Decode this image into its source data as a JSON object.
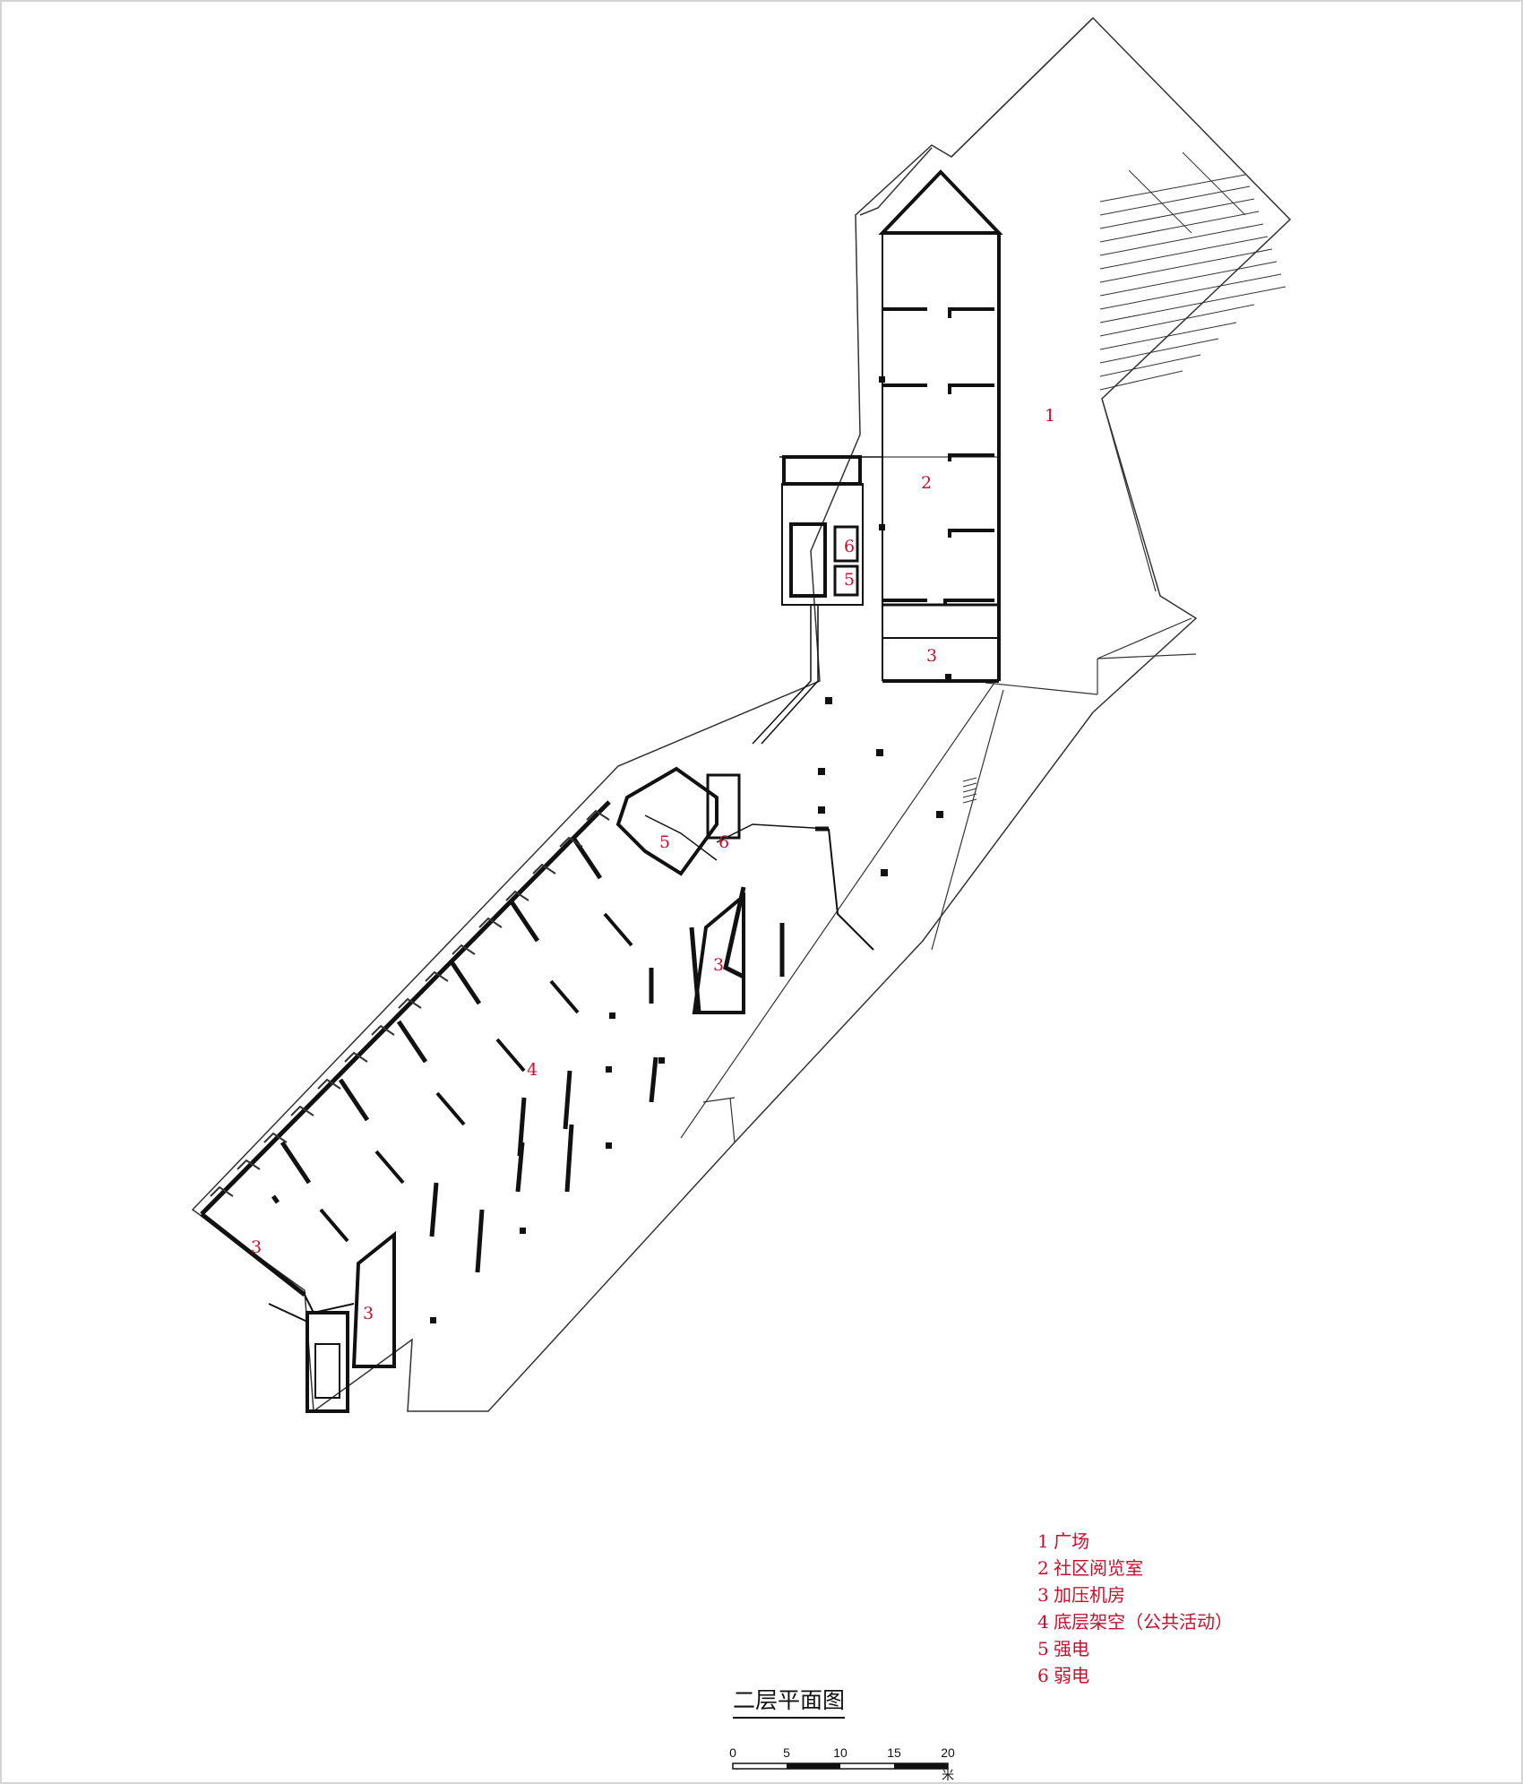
{
  "rooms": [
    {
      "id": "plaza",
      "label": "1"
    },
    {
      "id": "reading-room",
      "label": "2"
    },
    {
      "id": "pump-room-north",
      "label": "3"
    },
    {
      "id": "pump-room-middle",
      "label": "3"
    },
    {
      "id": "pump-room-southwest",
      "label": "3"
    },
    {
      "id": "pump-room-south",
      "label": "3"
    },
    {
      "id": "stilt-floor",
      "label": "4"
    },
    {
      "id": "power-north",
      "label": "5"
    },
    {
      "id": "power-middle",
      "label": "5"
    },
    {
      "id": "weak-north",
      "label": "6"
    },
    {
      "id": "weak-middle",
      "label": "6"
    }
  ],
  "legend": [
    {
      "num": "1",
      "text": "广场"
    },
    {
      "num": "2",
      "text": "社区阅览室"
    },
    {
      "num": "3",
      "text": "加压机房"
    },
    {
      "num": "4",
      "text": "底层架空（公共活动）"
    },
    {
      "num": "5",
      "text": "强电"
    },
    {
      "num": "6",
      "text": "弱电"
    }
  ],
  "title": "二层平面图",
  "scale": {
    "ticks": [
      "0",
      "5",
      "10",
      "15",
      "20"
    ],
    "unit": "米"
  },
  "colors": {
    "label": "#c8102e",
    "wall": "#111111",
    "line": "#333333"
  }
}
